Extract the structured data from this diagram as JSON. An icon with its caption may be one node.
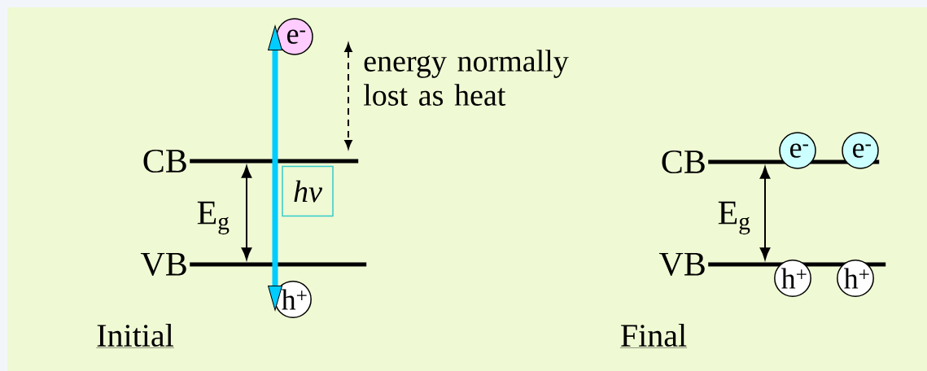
{
  "diagram": {
    "nodes": [
      {
        "text": [
          "CB"
        ]
      },
      {
        "text": [
          "VB"
        ]
      },
      {
        "text": [
          "e$^{-}$"
        ]
      },
      {
        "text": [
          "h$^{+}$"
        ]
      },
      {
        "text": [
          "hν"
        ]
      },
      {
        "text": [
          "CB"
        ]
      },
      {
        "text": [
          "VB"
        ]
      },
      {
        "text": [
          "e$^{-}$"
        ]
      },
      {
        "text": [
          "e$^{-}$"
        ]
      },
      {
        "text": [
          "h$^{+}$"
        ]
      },
      {
        "text": [
          "h$^{+}$"
        ]
      }
    ],
    "edges": [
      {
        "from": 0,
        "to": 1,
        "arrow": "both",
        "label": "E$_{g}$"
      },
      {
        "from": 3,
        "to": 2,
        "arrow": "both",
        "style": "thick",
        "color": "#00ccff"
      },
      {
        "from": 5,
        "to": 6,
        "arrow": "both",
        "label": "E$_{g}$"
      }
    ],
    "labels": [
      "energy normally lost as heat",
      "Initial",
      "Final"
    ]
  }
}
